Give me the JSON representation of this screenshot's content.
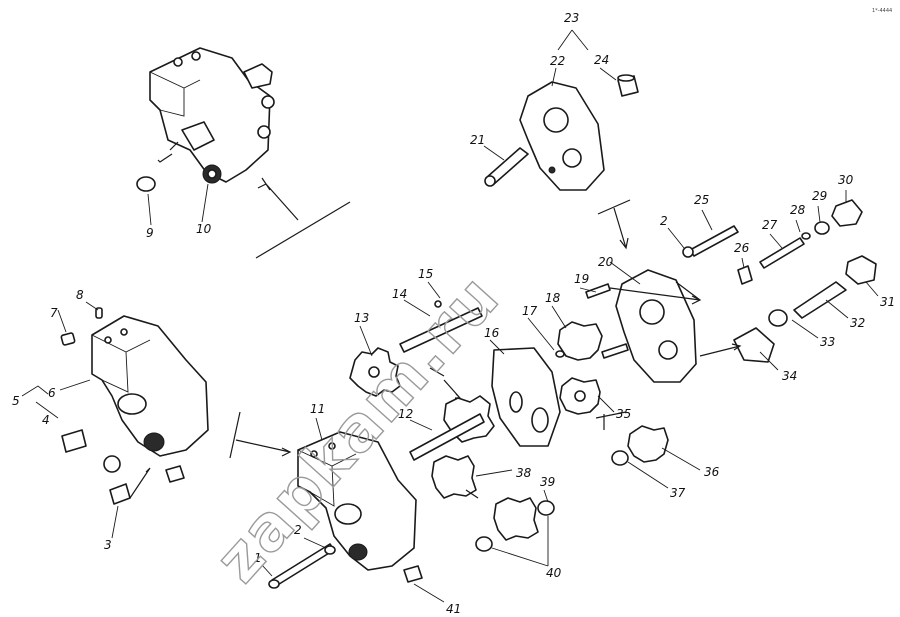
{
  "figure": {
    "corner_code": "1*-4444",
    "watermark": "zapkam.ru"
  },
  "callouts": {
    "n1": "1",
    "n2": "2",
    "n3": "3",
    "n4": "4",
    "n5": "5",
    "n6": "6",
    "n7": "7",
    "n8": "8",
    "n9": "9",
    "n10": "10",
    "n11": "11",
    "n12": "12",
    "n13": "13",
    "n14": "14",
    "n15": "15",
    "n16": "16",
    "n17": "17",
    "n18": "18",
    "n19": "19",
    "n20": "20",
    "n21": "21",
    "n22": "22",
    "n23": "23",
    "n24": "24",
    "n25": "25",
    "n2b": "2",
    "n26": "26",
    "n27": "27",
    "n28": "28",
    "n29": "29",
    "n30": "30",
    "n31": "31",
    "n32": "32",
    "n33": "33",
    "n34": "34",
    "n35": "35",
    "n36": "36",
    "n37": "37",
    "n38": "38",
    "n39": "39",
    "n40": "40",
    "n41": "41"
  }
}
